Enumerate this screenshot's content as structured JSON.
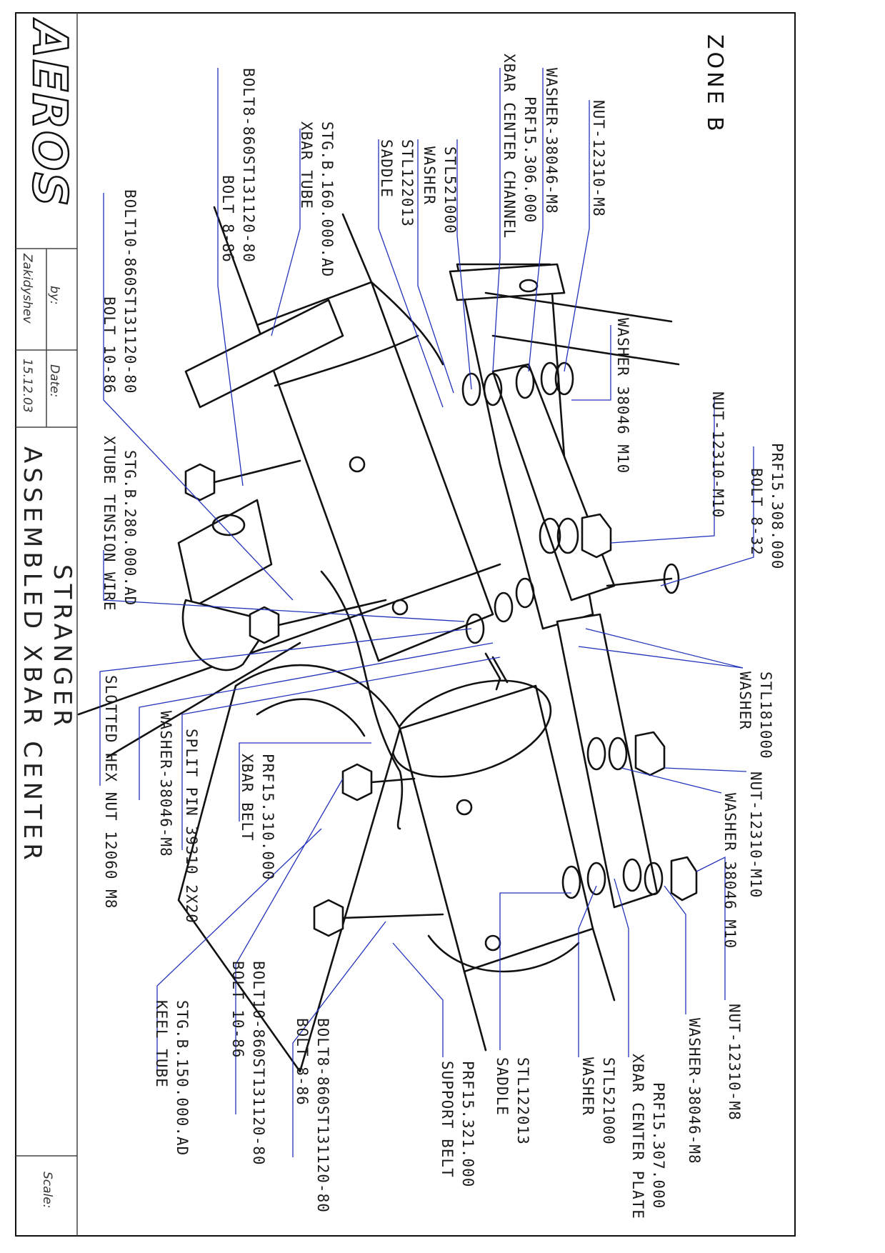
{
  "zone_title": "ZONE B",
  "title_block": {
    "logo": "AEROS",
    "by_label": "by:",
    "author": "Zakidyshev",
    "date_label": "Date:",
    "date": "15.12.03",
    "product": "STRANGER",
    "drawing_title": "ASSEMBLED XBAR CENTER",
    "scale_label": "Scale:"
  },
  "callouts": {
    "nut_12310_m8_top": [
      "NUT-12310-M8"
    ],
    "washer_38046_m8_top": [
      "WASHER-38046-M8"
    ],
    "prf15_306": [
      "PRF15.306.000",
      "XBAR CENTER CHANNEL"
    ],
    "stl521000_top": [
      "STL521000",
      "WASHER"
    ],
    "stl122013_top": [
      "STL122013",
      "SADDLE"
    ],
    "stg_b160": [
      "STG.B.160.000.AD",
      "XBAR TUBE"
    ],
    "bolt8_top": [
      "BOLT8-860ST131120-80",
      "BOLT 8-86"
    ],
    "bolt10_top": [
      "BOLT10-860ST131120-80",
      "BOLT 10-86"
    ],
    "washer_38046_m10_top": [
      "WASHER 38046 M10"
    ],
    "nut_12310_m10_top": [
      "NUT-12310-M10"
    ],
    "prf15_308": [
      "PRF15.308.000",
      "BOLT 8-32"
    ],
    "stl181000": [
      "STL181000",
      "WASHER"
    ],
    "nut_12310_m10_bottom": [
      "NUT-12310-M10"
    ],
    "washer_38046_m10_bottom": [
      "WASHER 38046 M10"
    ],
    "nut_12310_m8_bottom": [
      "NUT-12310-M8"
    ],
    "washer_38046_m8_bottom": [
      "WASHER-38046-M8"
    ],
    "prf15_307": [
      "PRF15.307.000",
      "XBAR CENTER PLATE"
    ],
    "stl521000_bottom": [
      "STL521000",
      "WASHER"
    ],
    "stl122013_bottom": [
      "STL122013",
      "SADDLE"
    ],
    "prf15_321": [
      "PRF15.321.000",
      "SUPPORT BELT"
    ],
    "bolt8_bottom": [
      "BOLT8-860ST131120-80",
      "BOLT 8-86"
    ],
    "bolt10_bottom": [
      "BOLT10-860ST131120-80",
      "BOLT 10-86"
    ],
    "stg_b150": [
      "STG.B.150.000.AD",
      "KEEL TUBE"
    ],
    "prf15_310": [
      "PRF15.310.000",
      "XBAR BELT"
    ],
    "split_pin": [
      "SPLIT PIN 39310 2X20"
    ],
    "washer_38046_m8_left": [
      "WASHER-38046-M8"
    ],
    "slotted_nut": [
      "SLOTTED HEX NUT 12060 M8"
    ],
    "stg_b280": [
      "STG.B.280.000.AD",
      "XTUBE TENSION WIRE"
    ]
  },
  "colors": {
    "leader": "#2233bb",
    "ink": "#111111"
  }
}
